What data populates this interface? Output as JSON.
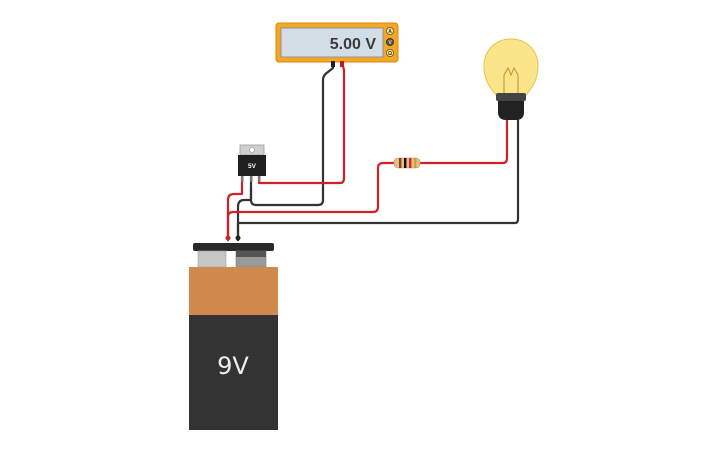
{
  "multimeter": {
    "reading": "5.00 V",
    "mode_labels": [
      "A",
      "V",
      "Ω"
    ],
    "case_color": "#f5a623",
    "screen_color": "#d3dde6"
  },
  "regulator": {
    "label": "5V"
  },
  "battery": {
    "label": "9V",
    "top_color": "#d08a4e",
    "body_color": "#333333"
  },
  "wires": {
    "positive_color": "#d0202a",
    "negative_color": "#333333"
  },
  "bulb": {
    "glass_color": "#fbe58a",
    "base_color": "#222222"
  },
  "resistor": {
    "body_color": "#e3c08a",
    "band_colors": [
      "#8b4513",
      "#111111",
      "#d23",
      "#c9a23a"
    ]
  }
}
